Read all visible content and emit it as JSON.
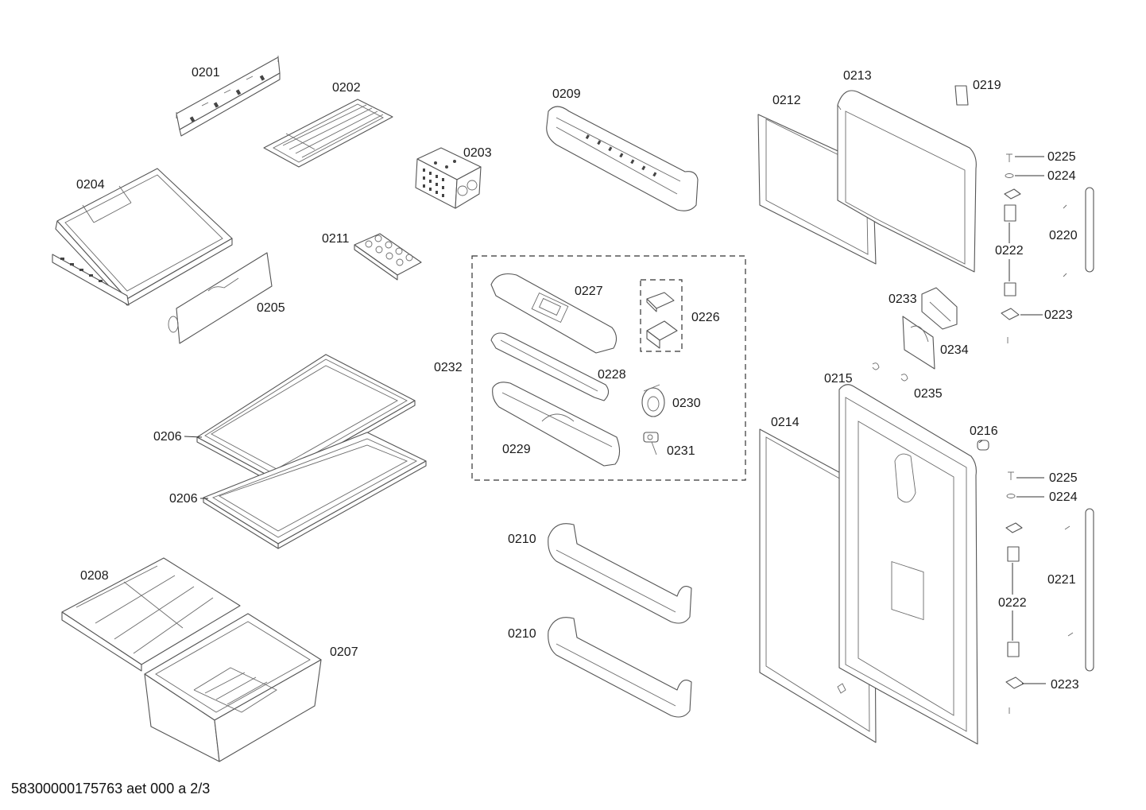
{
  "diagram": {
    "type": "exploded-parts-view",
    "footer_text": "58300000175763 aet 000 a 2/3",
    "parts": [
      {
        "id": "p0201",
        "label": "0201"
      },
      {
        "id": "p0202",
        "label": "0202"
      },
      {
        "id": "p0203",
        "label": "0203"
      },
      {
        "id": "p0204",
        "label": "0204"
      },
      {
        "id": "p0205",
        "label": "0205"
      },
      {
        "id": "p0206a",
        "label": "0206"
      },
      {
        "id": "p0206b",
        "label": "0206"
      },
      {
        "id": "p0207",
        "label": "0207"
      },
      {
        "id": "p0208",
        "label": "0208"
      },
      {
        "id": "p0209",
        "label": "0209"
      },
      {
        "id": "p0210a",
        "label": "0210"
      },
      {
        "id": "p0210b",
        "label": "0210"
      },
      {
        "id": "p0211",
        "label": "0211"
      },
      {
        "id": "p0212",
        "label": "0212"
      },
      {
        "id": "p0213",
        "label": "0213"
      },
      {
        "id": "p0214",
        "label": "0214"
      },
      {
        "id": "p0215",
        "label": "0215"
      },
      {
        "id": "p0216",
        "label": "0216"
      },
      {
        "id": "p0219",
        "label": "0219"
      },
      {
        "id": "p0220",
        "label": "0220"
      },
      {
        "id": "p0221",
        "label": "0221"
      },
      {
        "id": "p0222a",
        "label": "0222"
      },
      {
        "id": "p0222b",
        "label": "0222"
      },
      {
        "id": "p0223a",
        "label": "0223"
      },
      {
        "id": "p0223b",
        "label": "0223"
      },
      {
        "id": "p0224a",
        "label": "0224"
      },
      {
        "id": "p0224b",
        "label": "0224"
      },
      {
        "id": "p0225a",
        "label": "0225"
      },
      {
        "id": "p0225b",
        "label": "0225"
      },
      {
        "id": "p0226",
        "label": "0226"
      },
      {
        "id": "p0227",
        "label": "0227"
      },
      {
        "id": "p0228",
        "label": "0228"
      },
      {
        "id": "p0229",
        "label": "0229"
      },
      {
        "id": "p0230",
        "label": "0230"
      },
      {
        "id": "p0231",
        "label": "0231"
      },
      {
        "id": "p0232",
        "label": "0232"
      },
      {
        "id": "p0233",
        "label": "0233"
      },
      {
        "id": "p0234",
        "label": "0234"
      },
      {
        "id": "p0235",
        "label": "0235"
      }
    ]
  }
}
